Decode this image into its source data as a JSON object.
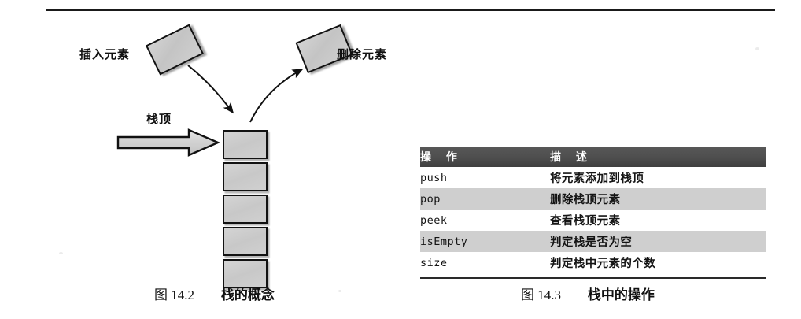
{
  "page": {
    "top_rule": true,
    "background": "#ffffff"
  },
  "figure_left": {
    "caption_number": "图 14.2",
    "caption_text": "栈的概念",
    "labels": {
      "insert": "插入元素",
      "delete": "删除元素",
      "stack_top": "栈顶"
    },
    "stack_cell_count": 5,
    "floating_tiles": [
      {
        "name": "insert-tile",
        "rotation_deg": -26
      },
      {
        "name": "delete-tile",
        "rotation_deg": -22
      }
    ],
    "colors": {
      "tile_fill": "#cccccc",
      "tile_border": "#121212",
      "arrow_fill": "#d9d9d9"
    }
  },
  "figure_right": {
    "caption_number": "图 14.3",
    "caption_text": "栈中的操作",
    "table": {
      "headers": [
        "操  作",
        "描  述"
      ],
      "rows": [
        {
          "operation": "push",
          "description": "将元素添加到栈顶",
          "shaded": false
        },
        {
          "operation": "pop",
          "description": "删除栈顶元素",
          "shaded": true
        },
        {
          "operation": "peek",
          "description": "查看栈顶元素",
          "shaded": false
        },
        {
          "operation": "isEmpty",
          "description": "判定栈是否为空",
          "shaded": true
        },
        {
          "operation": "size",
          "description": "判定栈中元素的个数",
          "shaded": false
        }
      ],
      "header_bg": "#4e4e4e",
      "header_fg": "#ffffff",
      "shaded_row_bg": "#cfcfcf",
      "rule_color": "#2a2a2a"
    }
  }
}
